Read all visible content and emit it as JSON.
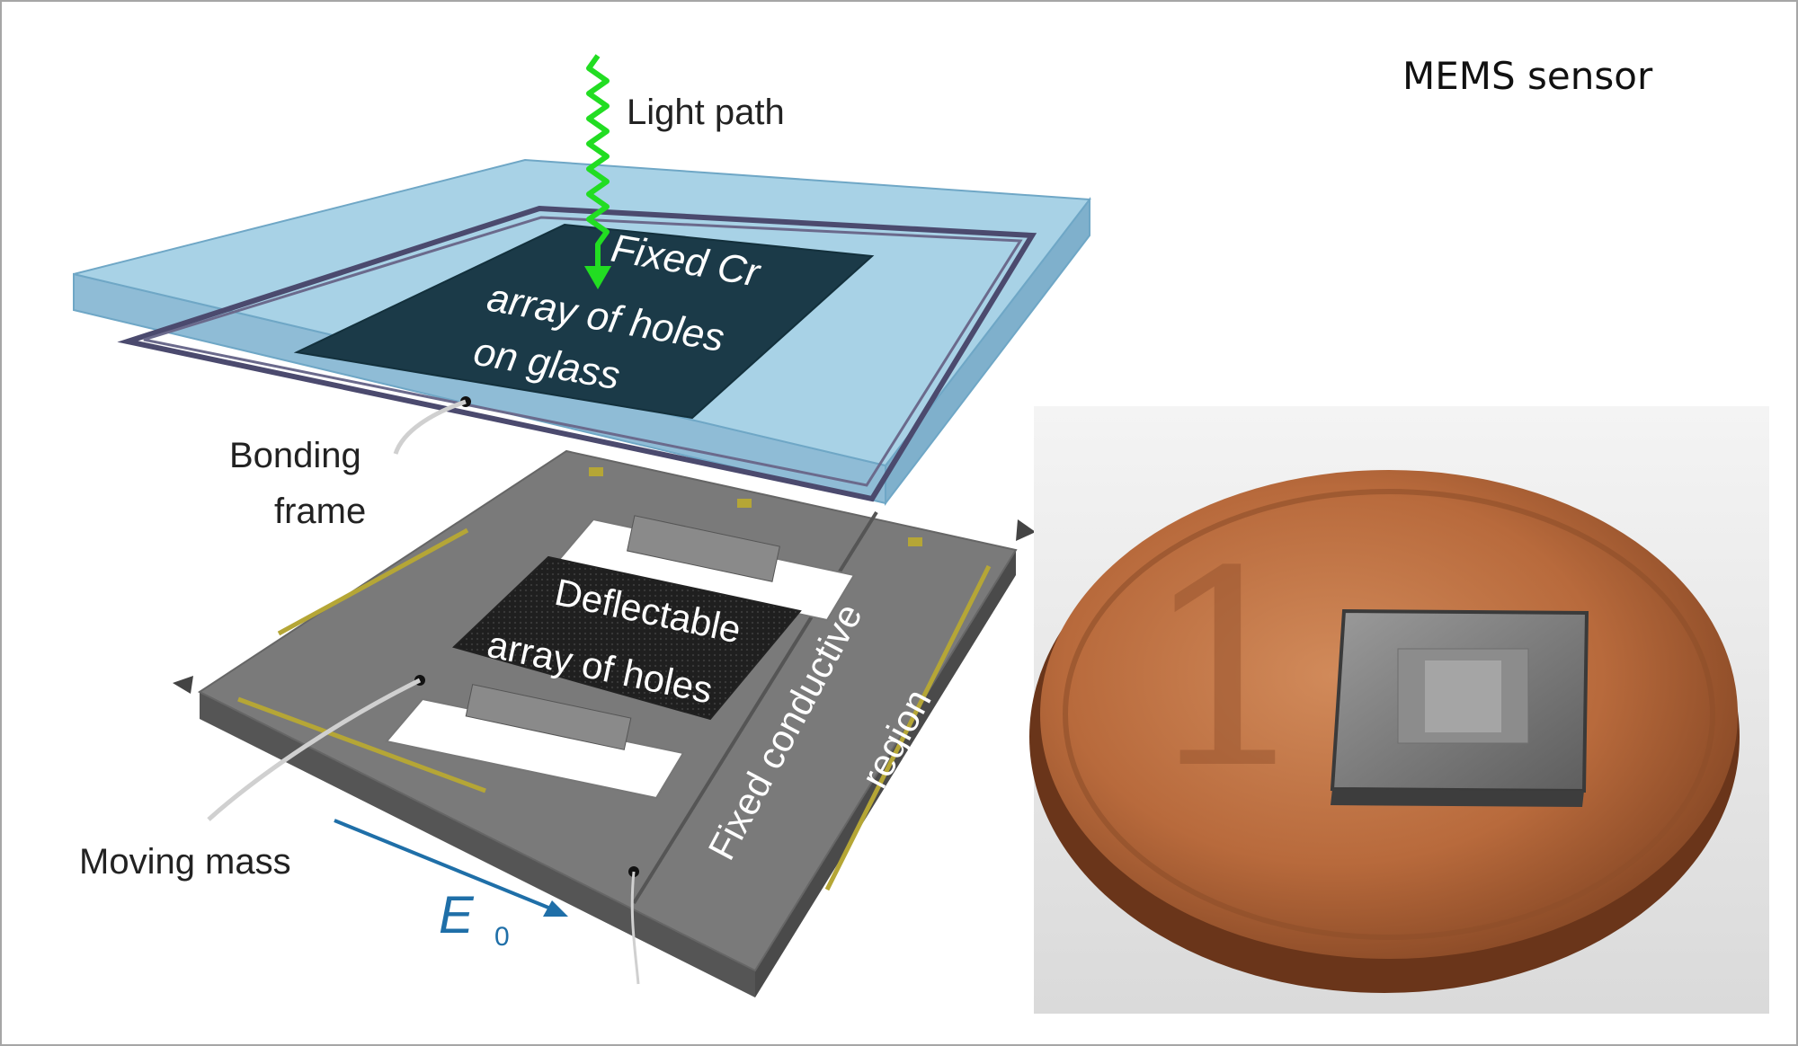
{
  "title": "MEMS sensor",
  "labels": {
    "light_path": "Light path",
    "fixed_cr_line1": "Fixed Cr",
    "fixed_cr_line2": "array of holes",
    "fixed_cr_line3": "on glass",
    "bonding_line1": "Bonding",
    "bonding_line2": "frame",
    "deflectable_line1": "Deflectable",
    "deflectable_line2": "array of holes",
    "fixed_conductive_line1": "Fixed conductive",
    "fixed_conductive_line2": "region",
    "moving_mass": "Moving mass",
    "field_symbol": "E",
    "field_subscript": "0"
  },
  "colors": {
    "glass": "#9cc8df",
    "glass_edge": "#6fa7c6",
    "hole_array": "#1b3a48",
    "chip_top": "#7a7a7a",
    "chip_side": "#5c5c5c",
    "light_path": "#22dd22",
    "field_arrow": "#1f6fa8",
    "coin": "#b86a3c"
  }
}
